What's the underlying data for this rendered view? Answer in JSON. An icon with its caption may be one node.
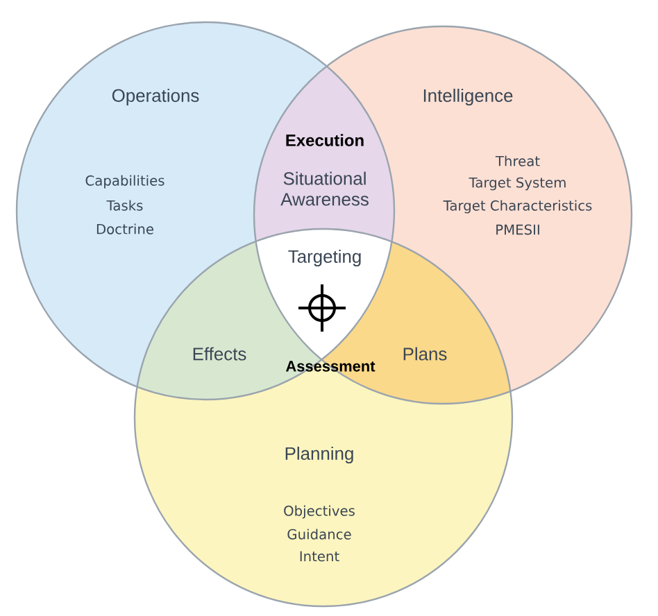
{
  "diagram": {
    "nodes": [
      {
        "text": [
          "Operations",
          "Capabilities",
          "Tasks",
          "Doctrine"
        ]
      },
      {
        "text": [
          "Intelligence",
          "Threat",
          "Target System",
          "Target Characteristics",
          "PMESII"
        ]
      },
      {
        "text": [
          "Planning",
          "Objectives",
          "Guidance",
          "Intent"
        ]
      }
    ],
    "labels": [
      "Execution",
      "Situational Awareness",
      "Targeting",
      "Effects",
      "Assessment",
      "Plans"
    ]
  }
}
